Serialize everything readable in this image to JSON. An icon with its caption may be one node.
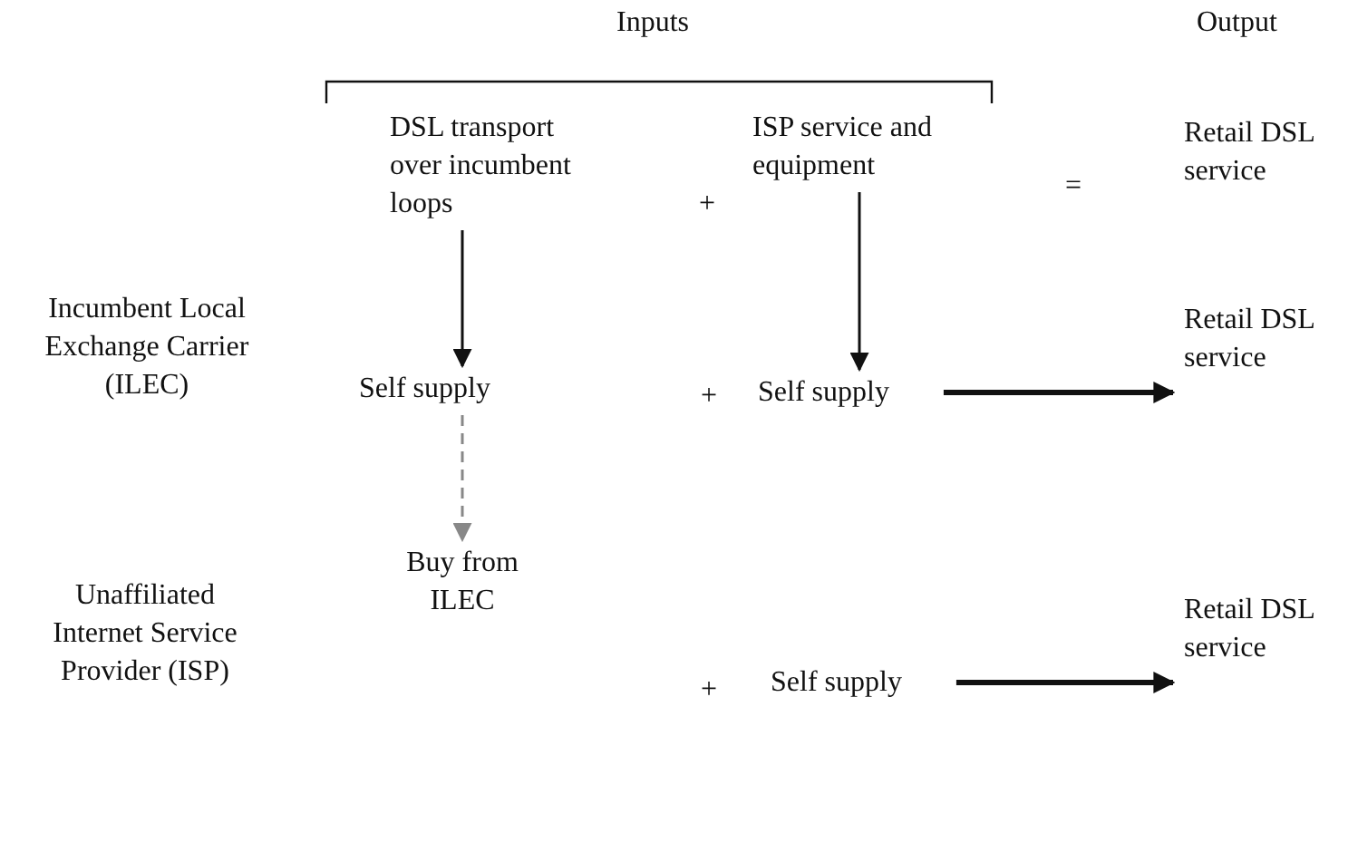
{
  "diagram": {
    "nodes": [
      {
        "text": [
          "DSL transport over incumbent loops"
        ]
      },
      {
        "text": [
          "ISP service and equipment"
        ]
      },
      {
        "text": [
          "Retail DSL service"
        ]
      },
      {
        "text": [
          "Self supply"
        ]
      },
      {
        "text": [
          "Self supply"
        ]
      },
      {
        "text": [
          "Retail DSL service"
        ]
      },
      {
        "text": [
          "Buy from ILEC"
        ]
      },
      {
        "text": [
          "Self supply"
        ]
      },
      {
        "text": [
          "Retail DSL service"
        ]
      }
    ],
    "edges": [
      {
        "from": 0,
        "to": 3,
        "arrow": "to"
      },
      {
        "from": 1,
        "to": 4,
        "arrow": "to"
      },
      {
        "from": 3,
        "to": 6,
        "arrow": "to",
        "style": "dashed",
        "color": "#888888"
      },
      {
        "from": 4,
        "to": 5,
        "arrow": "to",
        "style": "thick"
      },
      {
        "from": 7,
        "to": 8,
        "arrow": "to",
        "style": "thick"
      }
    ],
    "labels": [
      "Inputs",
      "Output",
      "+",
      "=",
      "Incumbent Local Exchange Carrier (ILEC)",
      "+",
      "Unaffiliated Internet Service Provider (ISP)",
      "+"
    ]
  }
}
